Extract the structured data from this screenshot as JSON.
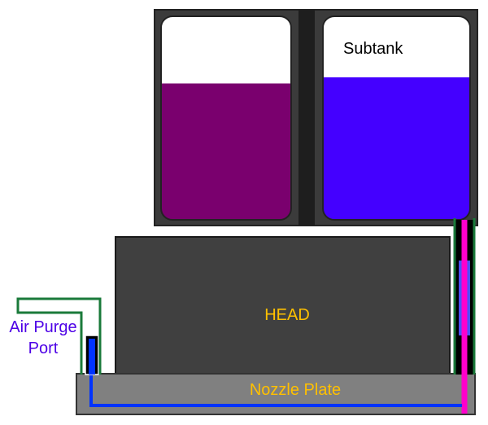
{
  "labels": {
    "subtank": "Subtank",
    "head": "HEAD",
    "nozzle_plate": "Nozzle Plate",
    "air_purge_line1": "Air Purge",
    "air_purge_line2": "Port"
  },
  "colors": {
    "housing": "#3b3b3b",
    "head_body": "#404040",
    "nozzle_plate": "#808080",
    "left_ink": "#7a006e",
    "right_ink": "#4400ff",
    "tank_air": "#ffffff",
    "head_label": "#ffc000",
    "subtank_label": "#000000",
    "air_purge_label": "#4d00e6",
    "green_line": "#1a7a3a",
    "blue_line": "#0033ff",
    "magenta_line": "#ff00cc"
  },
  "tanks": {
    "left_fill_fraction": 0.67,
    "right_fill_fraction": 0.7
  }
}
